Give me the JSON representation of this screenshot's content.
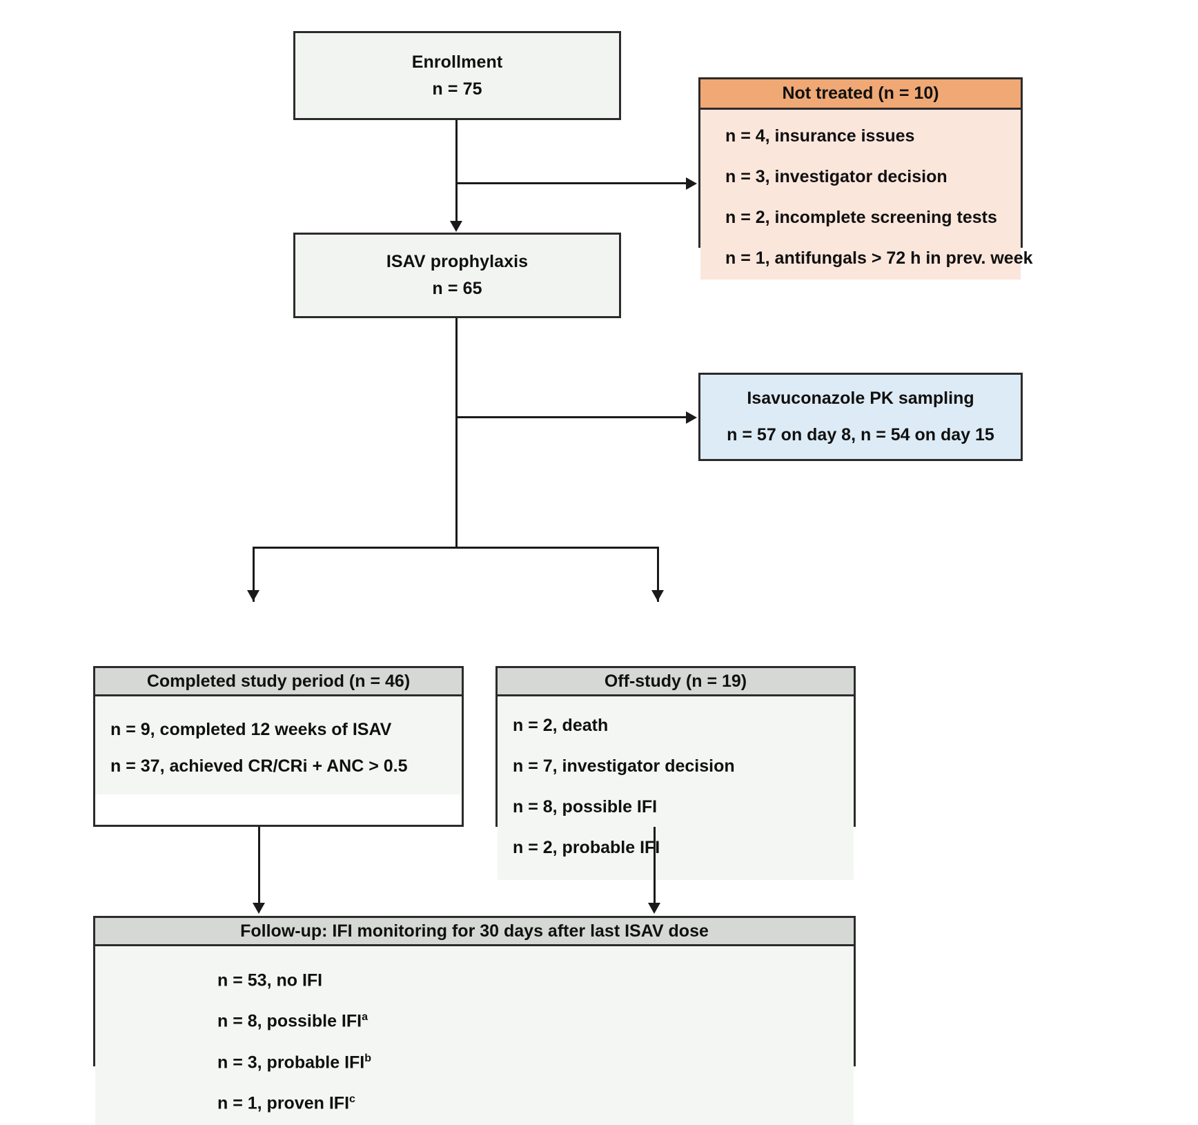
{
  "diagram": {
    "title": "CONSORT-style participant flow diagram",
    "colors": {
      "box_fill": "#f2f4f2",
      "box_border": "#2b2b2b",
      "orange_header": "#f0a875",
      "orange_body": "#fbe6dc",
      "blue_fill": "#dcebf5",
      "grey_header": "#d6d8d6",
      "grey_body": "#f4f6f4",
      "connector": "#1a1a1a"
    }
  },
  "enrollment": {
    "title": "Enrollment",
    "count": "n = 75"
  },
  "not_treated": {
    "header": "Not treated (n = 10)",
    "reasons": [
      "n = 4, insurance issues",
      "n = 3, investigator decision",
      "n = 2, incomplete screening tests",
      "n = 1, antifungals > 72 h in prev. week"
    ]
  },
  "prophylaxis": {
    "title": "ISAV prophylaxis",
    "count": "n = 65"
  },
  "pk_sampling": {
    "title": "Isavuconazole PK sampling",
    "detail": "n = 57 on day 8, n = 54 on day 15"
  },
  "completed": {
    "header": "Completed study period (n = 46)",
    "items": [
      "n = 9, completed 12 weeks of ISAV",
      "n = 37, achieved CR/CRi + ANC > 0.5"
    ]
  },
  "off_study": {
    "header": "Off-study (n = 19)",
    "items": [
      "n = 2, death",
      "n = 7, investigator decision",
      "n = 8, possible IFI",
      "n = 2, probable IFI"
    ]
  },
  "follow_up": {
    "header": "Follow-up: IFI monitoring for 30 days after last ISAV dose",
    "items": [
      {
        "text": "n = 53, no IFI",
        "sup": ""
      },
      {
        "text": "n = 8, possible IFI",
        "sup": "a"
      },
      {
        "text": "n = 3, probable IFI",
        "sup": "b"
      },
      {
        "text": "n = 1, proven IFI",
        "sup": "c"
      }
    ]
  }
}
